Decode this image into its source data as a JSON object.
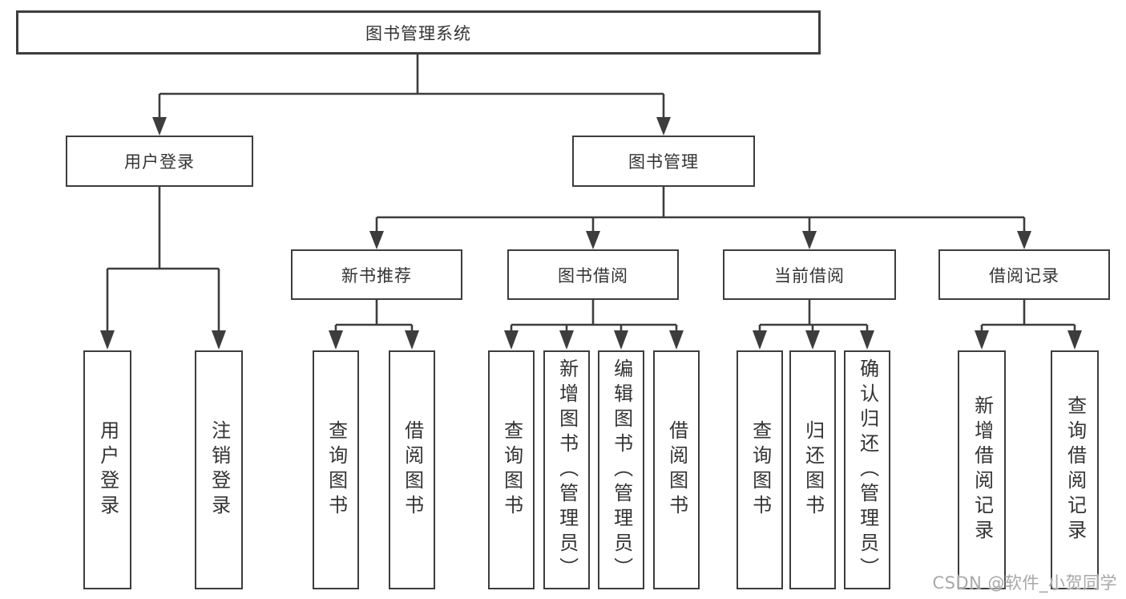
{
  "tree": {
    "root": "图书管理系统",
    "branches": [
      {
        "label": "用户登录",
        "leaves": [
          "用户登录",
          "注销登录"
        ]
      },
      {
        "label": "图书管理",
        "groups": [
          {
            "label": "新书推荐",
            "leaves": [
              "查询图书",
              "借阅图书"
            ]
          },
          {
            "label": "图书借阅",
            "leaves": [
              "查询图书",
              "新增图书（管理员）",
              "编辑图书（管理员）",
              "借阅图书"
            ]
          },
          {
            "label": "当前借阅",
            "leaves": [
              "查询图书",
              "归还图书",
              "确认归还（管理员）"
            ]
          },
          {
            "label": "借阅记录",
            "leaves": [
              "新增借阅记录",
              "查询借阅记录"
            ]
          }
        ]
      }
    ]
  },
  "colors": {
    "line": "#3d3d3d",
    "text": "#333333",
    "watermark_text": "#a8a8a8",
    "background": "#ffffff"
  },
  "watermark": "CSDN @软件_小贺同学"
}
